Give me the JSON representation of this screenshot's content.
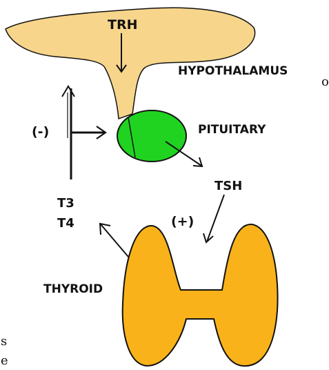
{
  "labels": {
    "trh": "TRH",
    "hypothalamus": "HYPOTHALAMUS",
    "pituitary": "PITUITARY",
    "tsh": "TSH",
    "plus": "(+)",
    "minus": "(-)",
    "t3": "T3",
    "t4": "T4",
    "thyroid": "THYROID"
  },
  "edge_text": {
    "right_top": "o",
    "left_bottom_1": "s",
    "left_bottom_2": "e"
  },
  "colors": {
    "hypothalamus_fill": "#F7D58B",
    "pituitary_fill": "#21D321",
    "thyroid_fill": "#F9B21A",
    "outline": "#111111"
  },
  "relations": [
    {
      "from": "hypothalamus",
      "to": "pituitary",
      "signal": "TRH"
    },
    {
      "from": "pituitary",
      "to": "thyroid",
      "signal": "TSH",
      "effect": "(+)"
    },
    {
      "from": "thyroid",
      "to": "pituitary",
      "signal": "T3 T4",
      "effect": "(-)"
    }
  ]
}
